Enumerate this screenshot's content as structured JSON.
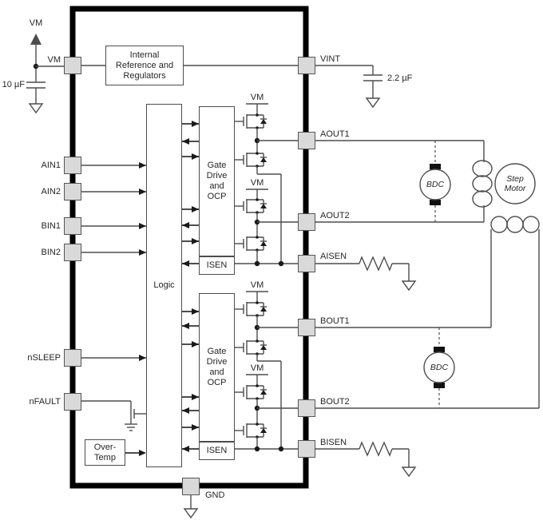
{
  "pins": {
    "left": [
      "VM",
      "AIN1",
      "AIN2",
      "BIN1",
      "BIN2",
      "nSLEEP",
      "nFAULT"
    ],
    "right": [
      "VINT",
      "AOUT1",
      "AOUT2",
      "AISEN",
      "BOUT1",
      "BOUT2",
      "BISEN"
    ],
    "bottom": [
      "GND"
    ]
  },
  "blocks": {
    "internal_ref": "Internal\nReference and\nRegulators",
    "logic": "Logic",
    "gate_drive": "Gate\nDrive\nand\nOCP",
    "isen": "ISEN",
    "over_temp": "Over-\nTemp"
  },
  "labels": {
    "vm_supply": "VM",
    "vm_rail": "VM",
    "cap_vm": "10 µF",
    "cap_vint": "2.2 µF",
    "bdc": "BDC",
    "step_motor": "Step\nMotor"
  },
  "colors": {
    "wire": "#4d4d4d",
    "arrowhead": "#1a1a1a",
    "chip_border": "#000000",
    "pin_fill": "#d9d9d9",
    "pin_border": "#555555",
    "text": "#262626",
    "background": "#ffffff"
  }
}
